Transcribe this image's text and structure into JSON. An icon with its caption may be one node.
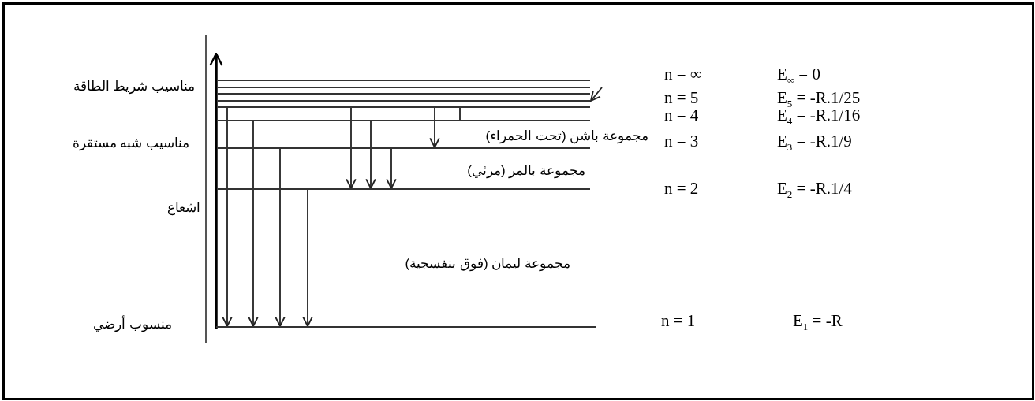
{
  "diagram": {
    "nodes": [
      {
        "text": [],
        "shape": "bar"
      },
      {
        "text": [],
        "shape": "bar"
      },
      {
        "text": [],
        "shape": "bar"
      },
      {
        "text": [],
        "shape": "bar"
      },
      {
        "text": [],
        "shape": "bar"
      },
      {
        "text": [],
        "shape": "bar"
      }
    ],
    "edges": [
      {
        "from": 1,
        "to": 5,
        "arrow": "to"
      },
      {
        "from": 2,
        "to": 5,
        "arrow": "to"
      },
      {
        "from": 3,
        "to": 5,
        "arrow": "to"
      },
      {
        "from": 4,
        "to": 5,
        "arrow": "to"
      },
      {
        "from": 1,
        "to": 4,
        "arrow": "to"
      },
      {
        "from": 2,
        "to": 4,
        "arrow": "to"
      },
      {
        "from": 3,
        "to": 4,
        "arrow": "to"
      },
      {
        "from": 1,
        "to": 3,
        "arrow": "to"
      },
      {
        "from": 1,
        "to": 2,
        "arrow": "none"
      },
      {
        "from": null,
        "to": 0,
        "arrow": "to"
      }
    ],
    "labels": [
      "مناسيب شريط الطاقة",
      "مناسيب شبه مستقرة",
      "اشعاع",
      "مجموعة باشن (تحت الحمراء)",
      "مجموعة بالمر (مرئي)",
      "مجموعة ليمان (فوق بنفسجية)",
      "منسوب أرضي",
      "n = ∞",
      "E$_{∞}$ = 0",
      "n = 5",
      "E$_{5}$ = -R.1/25",
      "n = 4",
      "E$_{4}$ = -R.1/16",
      "n = 3",
      "E$_{3}$ = -R.1/9",
      "n = 2",
      "E$_{2}$ = -R.1/4",
      "n = 1",
      "E$_{1}$ = -R"
    ]
  }
}
